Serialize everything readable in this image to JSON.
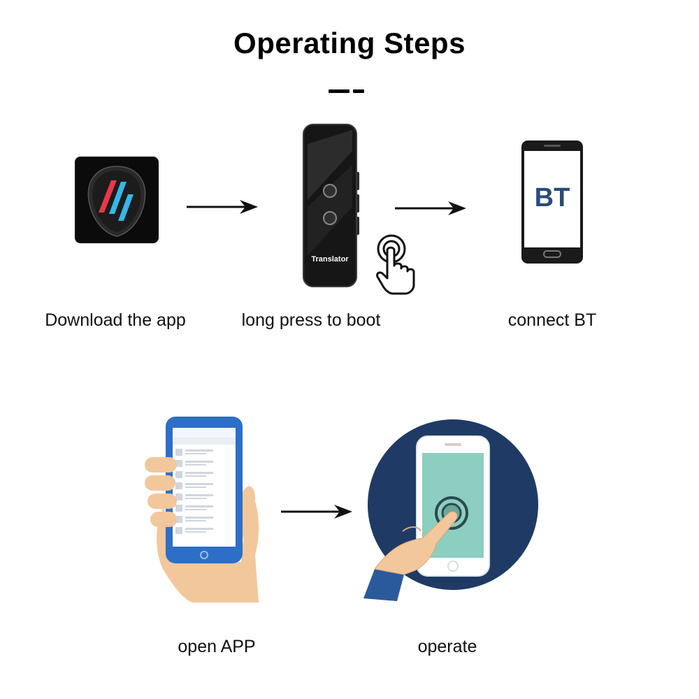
{
  "title": "Operating Steps",
  "steps": [
    {
      "label": "Download the app",
      "icon": "app-icon"
    },
    {
      "label": "long press to boot",
      "icon": "translator-device-icon",
      "device_text": "Translator"
    },
    {
      "label": "connect BT",
      "icon": "phone-bt-icon",
      "screen_text": "BT"
    },
    {
      "label": "open APP",
      "icon": "hand-holding-phone-icon"
    },
    {
      "label": "operate",
      "icon": "finger-tap-phone-icon"
    }
  ],
  "colors": {
    "accent_red": "#e8384a",
    "accent_blue": "#37b6e8",
    "bt_text": "#2a4a7a",
    "circle_navy": "#1f3a64",
    "screen_teal": "#8ccfc0",
    "phone_blue": "#2d6fc7",
    "skin": "#f2c79c"
  }
}
